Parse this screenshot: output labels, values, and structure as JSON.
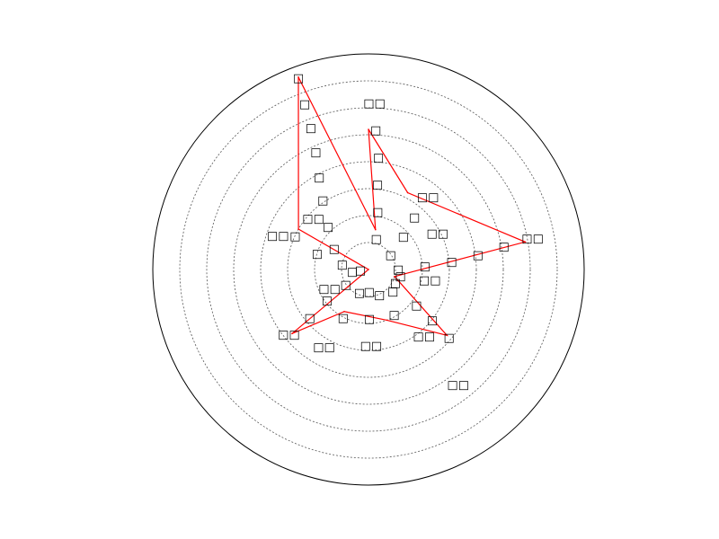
{
  "chart_data": {
    "type": "radar",
    "title": "",
    "grid": true,
    "rmax": 8,
    "rings": [
      1,
      2,
      3,
      4,
      5,
      6,
      7
    ],
    "series": [
      {
        "color": "#ff0000",
        "points": [
          {
            "angle_deg": 90,
            "r": 5.2
          },
          {
            "angle_deg": 63,
            "r": 3.2
          },
          {
            "angle_deg": 10,
            "r": 5.9
          },
          {
            "angle_deg": -15,
            "r": 1.0
          },
          {
            "angle_deg": -40,
            "r": 3.8
          },
          {
            "angle_deg": -70,
            "r": 2.0
          },
          {
            "angle_deg": -120,
            "r": 1.8
          },
          {
            "angle_deg": -140,
            "r": 3.7
          },
          {
            "angle_deg": -180,
            "r": 0.0
          },
          {
            "angle_deg": 150,
            "r": 3.0
          },
          {
            "angle_deg": 110,
            "r": 7.6
          },
          {
            "angle_deg": 80,
            "r": 1.5
          }
        ]
      }
    ],
    "labels": [
      {
        "text": "□",
        "angle_deg": 110,
        "r": 7.6
      },
      {
        "text": "□",
        "angle_deg": 111,
        "r": 6.6
      },
      {
        "text": "□",
        "angle_deg": 112,
        "r": 5.7
      },
      {
        "text": "□",
        "angle_deg": 114,
        "r": 4.8
      },
      {
        "text": "□",
        "angle_deg": 118,
        "r": 3.9
      },
      {
        "text": "□",
        "angle_deg": 123,
        "r": 3.1
      },
      {
        "text": "□",
        "angle_deg": 133,
        "r": 2.2
      },
      {
        "text": "□□",
        "angle_deg": 137,
        "r": 2.8
      },
      {
        "text": "□",
        "angle_deg": 148,
        "r": 1.5
      },
      {
        "text": "□□",
        "angle_deg": 159,
        "r": 3.6
      },
      {
        "text": "□",
        "angle_deg": 155,
        "r": 3.0
      },
      {
        "text": "□",
        "angle_deg": 162,
        "r": 2.0
      },
      {
        "text": "□",
        "angle_deg": 167,
        "r": 1.0
      },
      {
        "text": "□□",
        "angle_deg": 88,
        "r": 6.2
      },
      {
        "text": "□",
        "angle_deg": 87,
        "r": 5.2
      },
      {
        "text": "□",
        "angle_deg": 85,
        "r": 4.2
      },
      {
        "text": "□",
        "angle_deg": 84,
        "r": 3.2
      },
      {
        "text": "□",
        "angle_deg": 81,
        "r": 2.2
      },
      {
        "text": "□",
        "angle_deg": 76,
        "r": 1.2
      },
      {
        "text": "□□",
        "angle_deg": 51,
        "r": 3.5
      },
      {
        "text": "□",
        "angle_deg": 49,
        "r": 2.6
      },
      {
        "text": "□",
        "angle_deg": 44,
        "r": 1.8
      },
      {
        "text": "□",
        "angle_deg": 35,
        "r": 1.0
      },
      {
        "text": "□□",
        "angle_deg": 28,
        "r": 2.9
      },
      {
        "text": "□□",
        "angle_deg": 11,
        "r": 6.2
      },
      {
        "text": "□",
        "angle_deg": 10,
        "r": 5.1
      },
      {
        "text": "□",
        "angle_deg": 8,
        "r": 4.1
      },
      {
        "text": "□",
        "angle_deg": 6,
        "r": 3.1
      },
      {
        "text": "□",
        "angle_deg": 4,
        "r": 2.1
      },
      {
        "text": "□",
        "angle_deg": 2,
        "r": 1.1
      },
      {
        "text": "□□",
        "angle_deg": -9,
        "r": 2.3
      },
      {
        "text": "□",
        "angle_deg": -10,
        "r": 1.2
      },
      {
        "text": "□",
        "angle_deg": -25,
        "r": 1.1
      },
      {
        "text": "□",
        "angle_deg": -40,
        "r": 3.9
      },
      {
        "text": "□□",
        "angle_deg": -52,
        "r": 5.4
      },
      {
        "text": "□",
        "angle_deg": -38,
        "r": 3.0
      },
      {
        "text": "□",
        "angle_deg": -36,
        "r": 2.2
      },
      {
        "text": "□",
        "angle_deg": -41,
        "r": 1.2
      },
      {
        "text": "□□",
        "angle_deg": -50,
        "r": 3.2
      },
      {
        "text": "□",
        "angle_deg": -60,
        "r": 1.9
      },
      {
        "text": "□",
        "angle_deg": -66,
        "r": 1.0
      },
      {
        "text": "□□",
        "angle_deg": -88,
        "r": 2.8
      },
      {
        "text": "□",
        "angle_deg": -89,
        "r": 1.8
      },
      {
        "text": "□",
        "angle_deg": -88,
        "r": 0.8
      },
      {
        "text": "□□",
        "angle_deg": -120,
        "r": 3.3
      },
      {
        "text": "□",
        "angle_deg": -118,
        "r": 2.0
      },
      {
        "text": "□",
        "angle_deg": -112,
        "r": 0.9
      },
      {
        "text": "□□",
        "angle_deg": -141,
        "r": 3.8
      },
      {
        "text": "□",
        "angle_deg": -141,
        "r": 2.8
      },
      {
        "text": "□",
        "angle_deg": -144,
        "r": 1.9
      },
      {
        "text": "□",
        "angle_deg": -148,
        "r": 1.0
      },
      {
        "text": "□□",
        "angle_deg": -155,
        "r": 1.6
      },
      {
        "text": "□",
        "angle_deg": -180,
        "r": 0.3
      },
      {
        "text": "□",
        "angle_deg": -176,
        "r": 0.6
      }
    ]
  }
}
